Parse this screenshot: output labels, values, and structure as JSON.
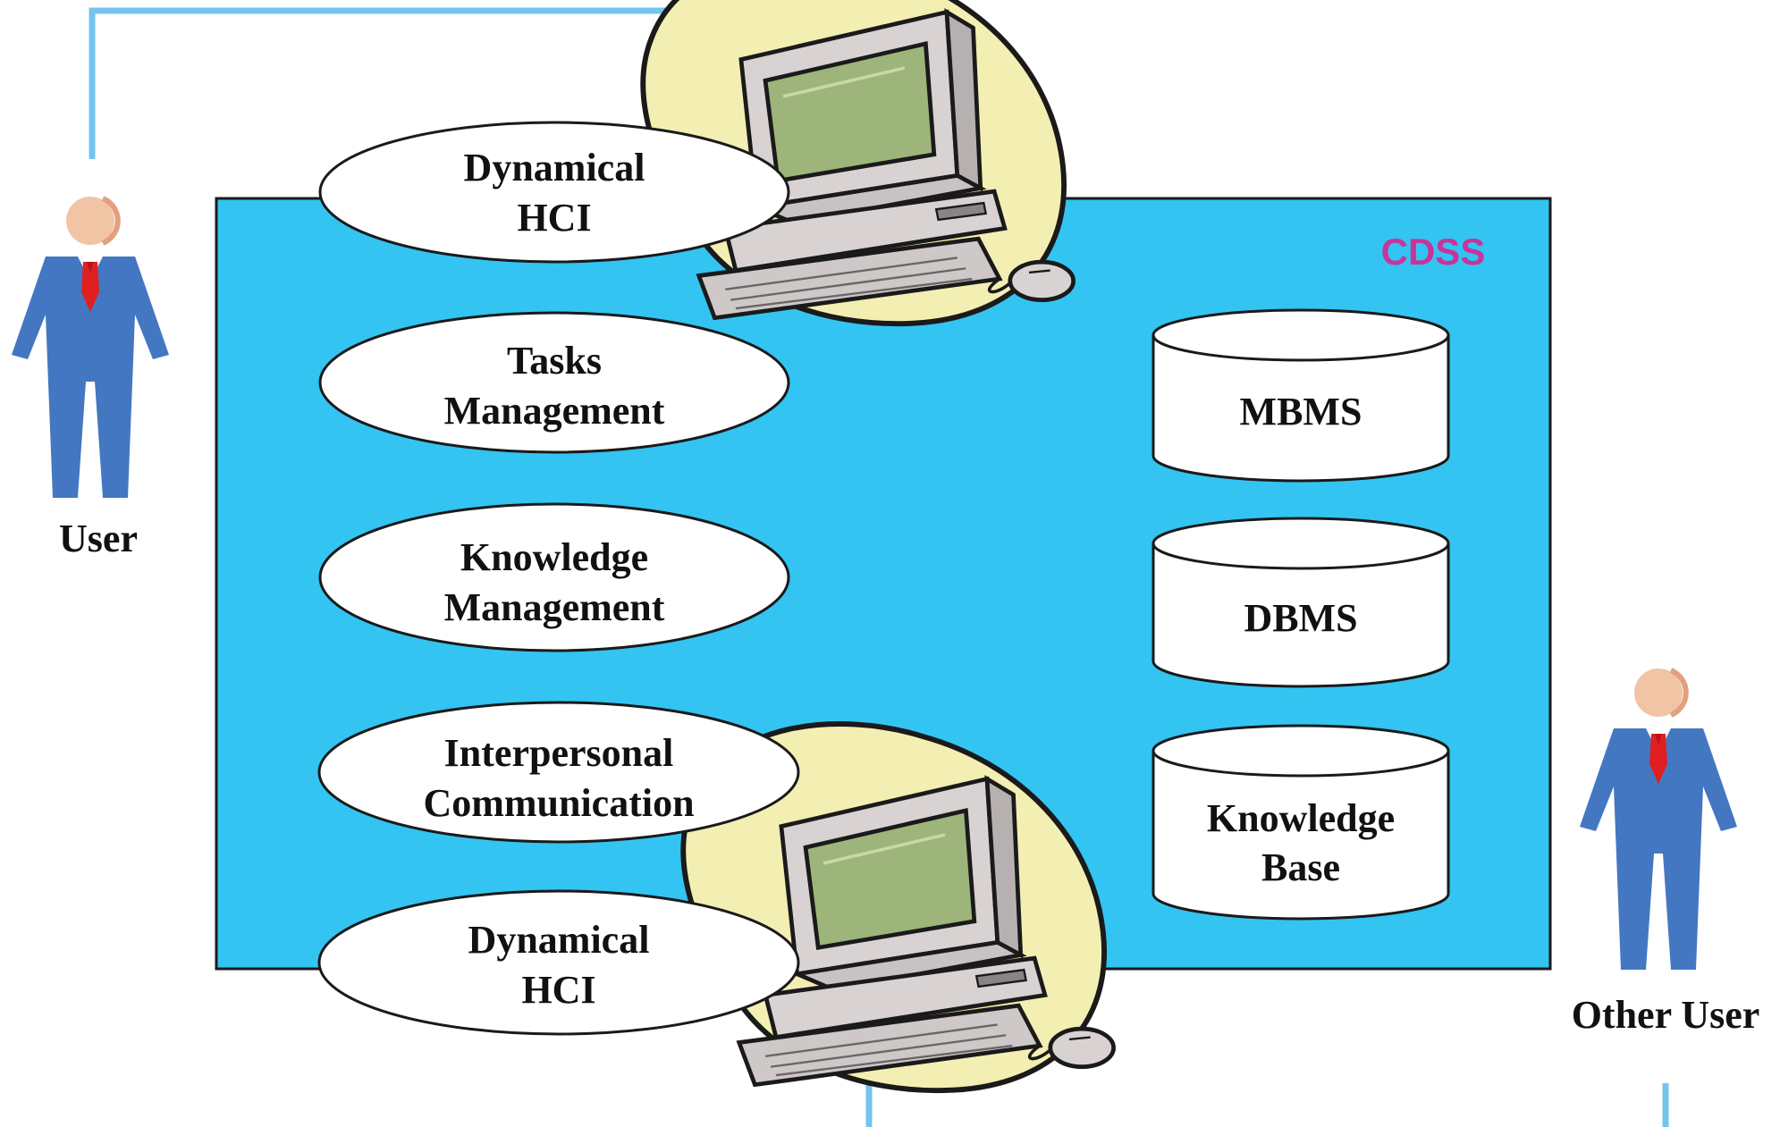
{
  "system": {
    "title": "CDSS"
  },
  "actors": {
    "user": "User",
    "other_user": "Other User"
  },
  "modules": [
    {
      "line1": "Dynamical",
      "line2": "HCI"
    },
    {
      "line1": "Tasks",
      "line2": "Management"
    },
    {
      "line1": "Knowledge",
      "line2": "Management"
    },
    {
      "line1": "Interpersonal",
      "line2": "Communication"
    },
    {
      "line1": "Dynamical",
      "line2": "HCI"
    }
  ],
  "stores": [
    {
      "line1": "MBMS",
      "line2": ""
    },
    {
      "line1": "DBMS",
      "line2": ""
    },
    {
      "line1": "Knowledge",
      "line2": "Base"
    }
  ],
  "colors": {
    "system_fill": "#33c4f2",
    "system_title": "#c8349a",
    "connector": "#74c4ec",
    "suit": "#4477c2",
    "tie": "#e02020",
    "skin": "#f0c4a4",
    "monitor_screen": "#9db57a",
    "computer_blob": "#f3eeb2"
  }
}
